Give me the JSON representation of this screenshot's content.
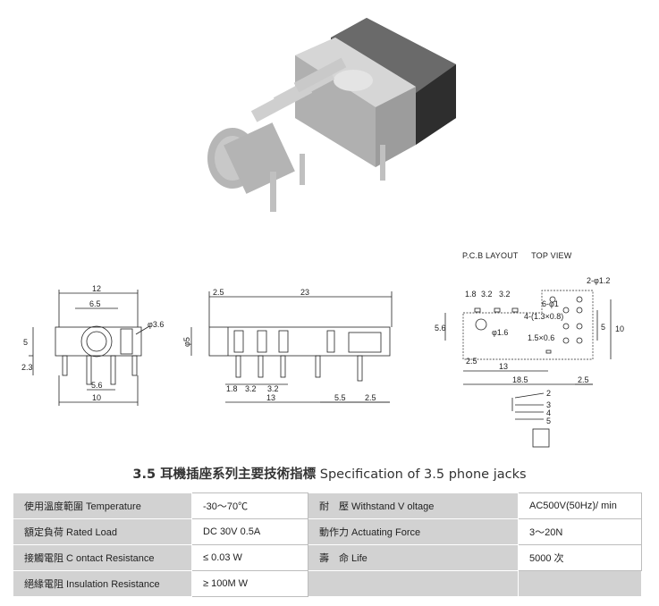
{
  "pcb_header": {
    "layout": "P.C.B LAYOUT",
    "view": "TOP VIEW"
  },
  "front_view": {
    "dims": [
      "12",
      "6.5",
      "φ3.6",
      "5",
      "2.3",
      "5.6",
      "10"
    ]
  },
  "side_view": {
    "dims": [
      "2.5",
      "23",
      "φ5",
      "1.8",
      "3.2",
      "3.2",
      "13",
      "5.5",
      "2.5"
    ]
  },
  "pcb_view": {
    "dims": [
      "2-φ1.2",
      "1.8",
      "3.2",
      "3.2",
      "6-φ1",
      "4-(1.3×0.8)",
      "φ1.6",
      "1.5×0.6",
      "5.6",
      "5",
      "10",
      "2.5",
      "13",
      "18.5",
      "2.5"
    ],
    "pins": [
      "2",
      "3",
      "4",
      "5"
    ]
  },
  "spec_title": {
    "part1": "3.5 耳機插座系列主要技術指標",
    "part2": "Specification of 3.5 phone jacks"
  },
  "spec_table": {
    "rows": [
      {
        "k1": "使用溫度範圍 Temperature",
        "v1": "-30～70℃",
        "k2": "耐　壓 Withstand V oltage",
        "v2": "AC500V(50Hz)/ min"
      },
      {
        "k1": "額定負荷  Rated Load",
        "v1": "DC  30V  0.5A",
        "k2": "動作力  Actuating Force",
        "v2": "3～20N"
      },
      {
        "k1": "接觸電阻  C ontact Resistance",
        "v1": "≤ 0.03 W",
        "k2": "壽　命  Life",
        "v2": "5000 次"
      },
      {
        "k1": "絕緣電阻  Insulation Resistance",
        "v1": "≥ 100M W",
        "k2": "",
        "v2": ""
      }
    ]
  }
}
